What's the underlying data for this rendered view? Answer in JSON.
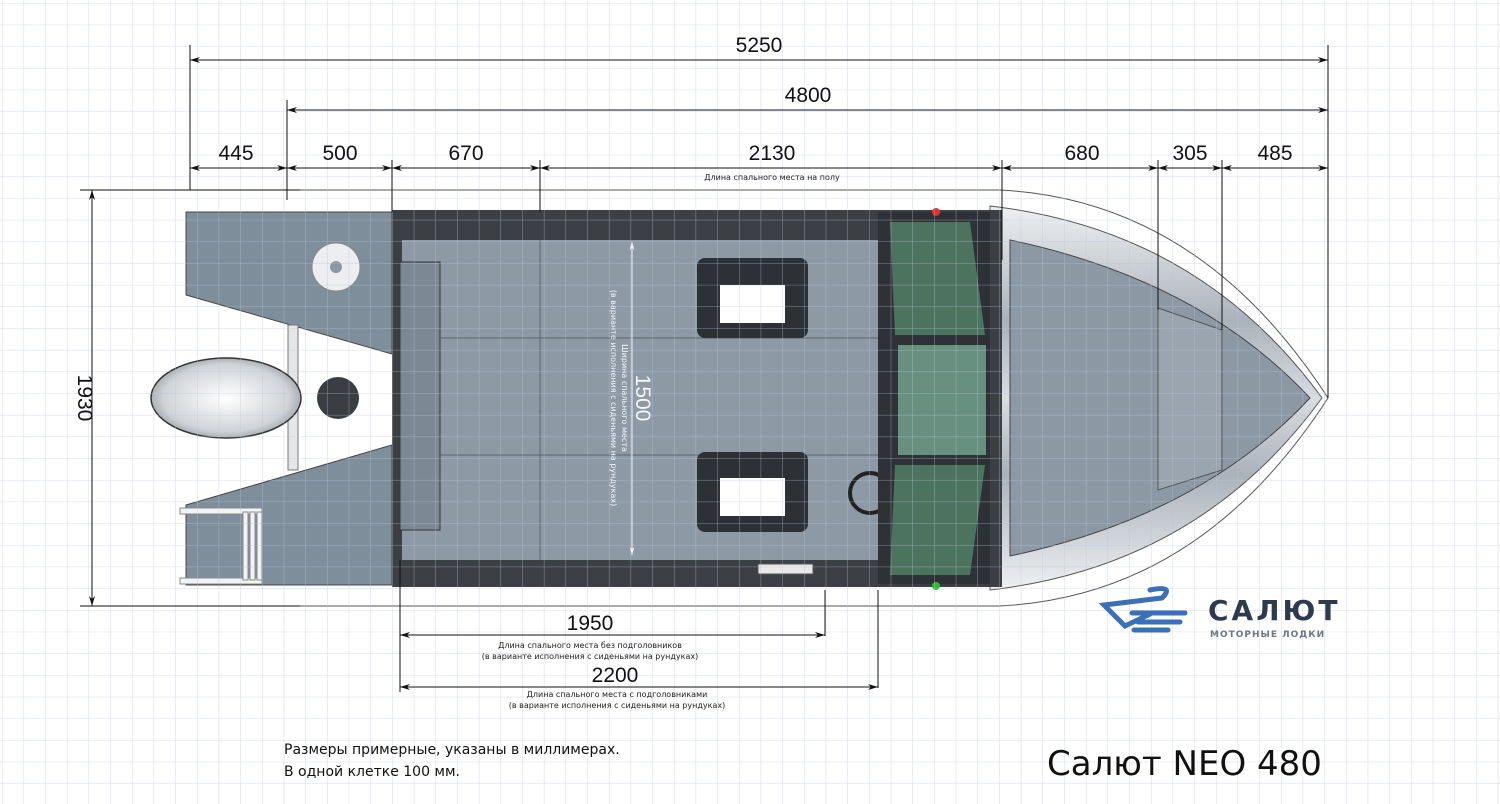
{
  "dimensions": {
    "overall_length": "5250",
    "hull_length": "4800",
    "segments": [
      "445",
      "500",
      "670",
      "2130",
      "680",
      "305",
      "485"
    ],
    "floor_berth_caption": "Длина спального места на полу",
    "beam": "1930",
    "berth_width": "1500",
    "berth_width_caption_1": "Ширина спального места",
    "berth_width_caption_2": "(в варианте исполнения с сиденьями на рундуках)",
    "berth_no_headrests": "1950",
    "berth_no_headrests_caption_1": "Длина спального места без подголовников",
    "berth_no_headrests_caption_2": "(в варианте исполнения с сиденьями на рундуках)",
    "berth_with_headrests": "2200",
    "berth_with_headrests_caption_1": "Длина спального места с подголовниками",
    "berth_with_headrests_caption_2": "(в варианте исполнения с сиденьями на рундуках)"
  },
  "notes": {
    "line1": "Размеры примерные, указаны в миллимерах.",
    "line2": "В одной клетке 100 мм."
  },
  "title": "Салют NEO 480",
  "logo": {
    "name": "САЛЮТ",
    "subtitle": "МОТОРНЫЕ ЛОДКИ",
    "color": "#3b6fb8"
  },
  "colors": {
    "hull": "#7f8e9b",
    "cockpit_frame": "#3c4045",
    "floor": "#8d9aa6",
    "glass": "#4f7a62",
    "grid": "#c3cbe0"
  }
}
